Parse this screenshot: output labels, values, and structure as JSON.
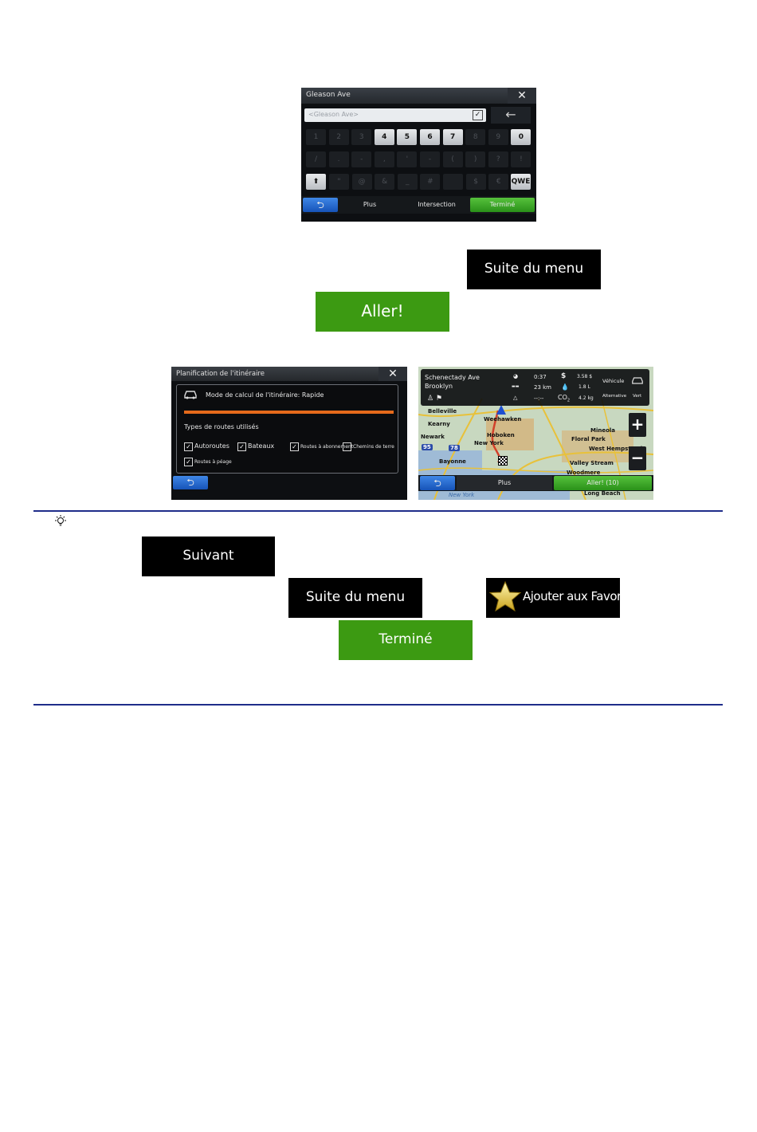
{
  "keyboard": {
    "title": "Gleason Ave",
    "input_placeholder": "<Gleason Ave>",
    "close": "✕",
    "backspace": "←",
    "row1": [
      "1",
      "2",
      "3",
      "4",
      "5",
      "6",
      "7",
      "8",
      "9",
      "0"
    ],
    "row1_active": [
      false,
      false,
      false,
      true,
      true,
      true,
      true,
      false,
      false,
      true
    ],
    "row2": [
      "/",
      ".",
      "-",
      ",",
      "'",
      "-",
      "(",
      ")",
      "?",
      "!"
    ],
    "row3": [
      "\"",
      "@",
      "&",
      "_",
      "#",
      "",
      "$",
      "€"
    ],
    "shift": "⬆",
    "qwe": "QWE",
    "back_icon": "⮌",
    "plus": "Plus",
    "intersection": "Intersection",
    "done": "Terminé"
  },
  "buttons": {
    "suite_du_menu_1": "Suite du menu",
    "aller": "Aller!",
    "suivant": "Suivant",
    "suite_du_menu_2": "Suite du menu",
    "ajouter_favoris": "Ajouter aux Favoris",
    "termine": "Terminé"
  },
  "route_planning": {
    "title": "Planification de l'itinéraire",
    "close": "✕",
    "mode": "Mode de calcul de l'itinéraire: Rapide",
    "road_types": "Types de routes utilisés",
    "options": [
      {
        "label": "Autoroutes",
        "checked": true
      },
      {
        "label": "Bateaux",
        "checked": true
      },
      {
        "label": "Routes à abonnement",
        "checked": true
      },
      {
        "label": "Chemins de terre",
        "checked": false
      },
      {
        "label": "Routes à péage",
        "checked": true
      }
    ],
    "back_icon": "⮌"
  },
  "map_screen": {
    "street": "Schenectady Ave",
    "area": "Brooklyn",
    "time": "0:37",
    "cost": "3.58 $",
    "distance": "23 km",
    "fuel": "1.8 L",
    "eta": "--:--",
    "co2": "4.2 kg",
    "co2_label": "CO",
    "vehicle": "Véhicule",
    "alternative": "Alternative",
    "green": "Vert",
    "towns": [
      "Belleville",
      "Weehawken",
      "Kearny",
      "Hoboken",
      "Newark",
      "New York",
      "Mineola",
      "Floral Park",
      "West Hempstead",
      "Bayonne",
      "Valley Stream",
      "Woodmere",
      "Long Beach",
      "New York"
    ],
    "shields": [
      "95",
      "78"
    ],
    "zoom_in": "+",
    "zoom_out": "−",
    "plus": "Plus",
    "go": "Aller! (10)",
    "back_icon": "⮌"
  },
  "colors": {
    "rule": "#1f2d8a",
    "green_button": "#3c9a12",
    "black_button": "#000000"
  }
}
